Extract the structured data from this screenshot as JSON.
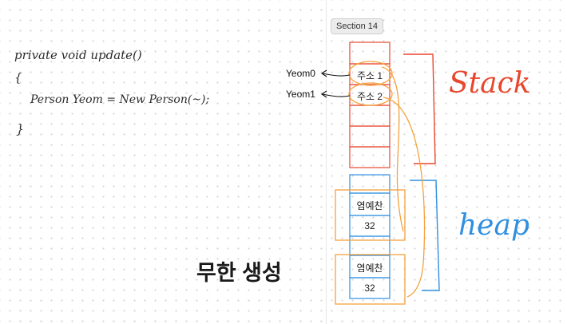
{
  "section_badge": "Section 14",
  "code_lines": [
    "private void update()",
    "{",
    "Person Yeom = New Person(~);",
    "}"
  ],
  "stack": {
    "label": "Stack",
    "color": "#e8472d",
    "variables": [
      {
        "name": "Yeom0",
        "value": "주소 1"
      },
      {
        "name": "Yeom1",
        "value": "주소 2"
      }
    ]
  },
  "heap": {
    "label": "heap",
    "color": "#2f8fe0",
    "objects": [
      {
        "name": "염예찬",
        "age": "32"
      },
      {
        "name": "염예찬",
        "age": "32"
      }
    ]
  },
  "arrow_color": "#f4a23c",
  "title": "무한 생성"
}
